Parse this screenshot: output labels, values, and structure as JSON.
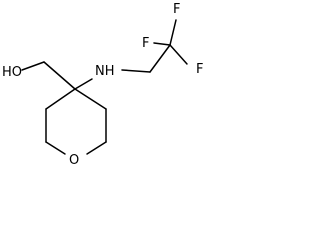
{
  "structure": {
    "type": "skeletal-formula",
    "atoms": {
      "hydroxyl": "HO",
      "amine": "NH",
      "ring_oxygen": "O",
      "fluorine_top": "F",
      "fluorine_left": "F",
      "fluorine_right": "F"
    }
  },
  "colors": {
    "bond": "#000000",
    "label": "#000000",
    "background": "#ffffff"
  }
}
